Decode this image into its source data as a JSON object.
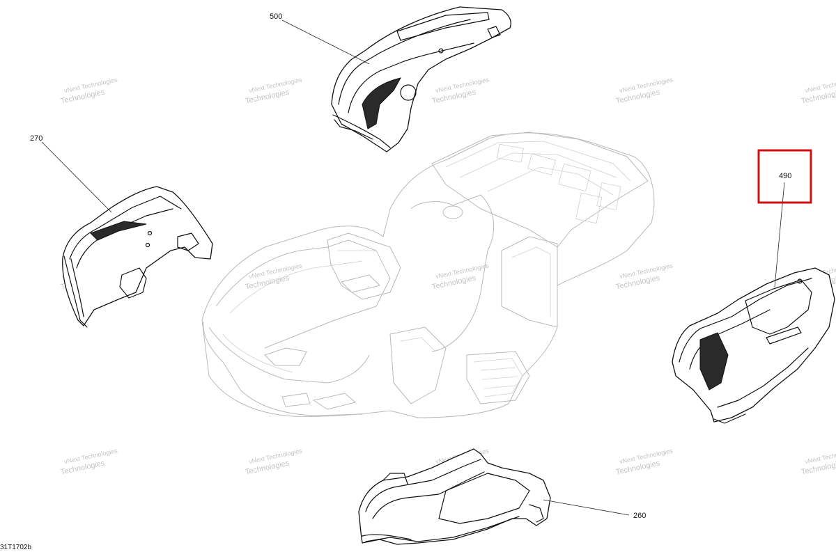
{
  "callouts": [
    {
      "id": "500",
      "label": "500"
    },
    {
      "id": "270",
      "label": "270"
    },
    {
      "id": "490",
      "label": "490"
    },
    {
      "id": "260",
      "label": "260"
    }
  ],
  "highlighted_callout": "490",
  "highlight_color": "#d01010",
  "watermark": {
    "line1": "vNext Technologies",
    "line2": "Technologies"
  },
  "drawing_code": "31T1702b"
}
